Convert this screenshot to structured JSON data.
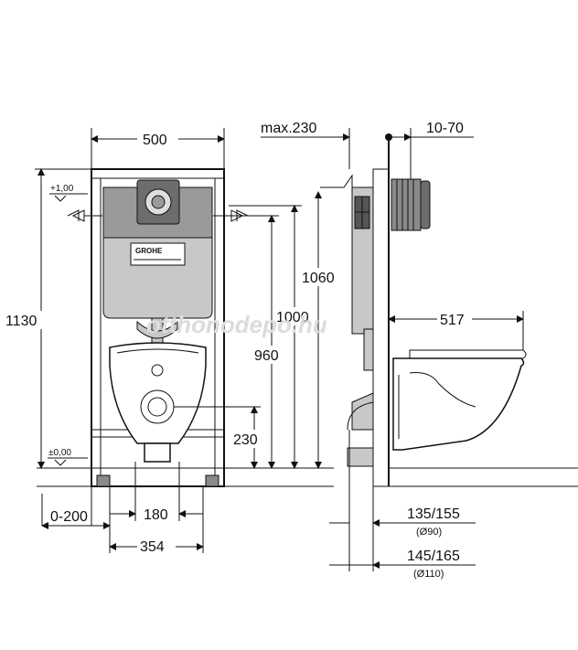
{
  "brand_logo": "GROHE",
  "watermark": "otthonodepo.hu",
  "front_view": {
    "width_label": "500",
    "height_label": "1130",
    "level_top": "+1,00",
    "level_bottom": "±0,00",
    "dim_1060": "1060",
    "dim_1000": "1000",
    "dim_960": "960",
    "dim_230": "230",
    "dim_0_200": "0-200",
    "dim_180": "180",
    "dim_354": "354"
  },
  "side_view": {
    "max_label": "max.230",
    "range_label": "10-70",
    "dim_517": "517",
    "dim_135_155": "135/155",
    "dia_90": "(Ø90)",
    "dim_145_165": "145/165",
    "dia_110": "(Ø110)"
  },
  "colors": {
    "line": "#111111",
    "fill_dark": "#8a8a8a",
    "fill_light": "#c8c8c8",
    "watermark": "#dcdcdc"
  }
}
